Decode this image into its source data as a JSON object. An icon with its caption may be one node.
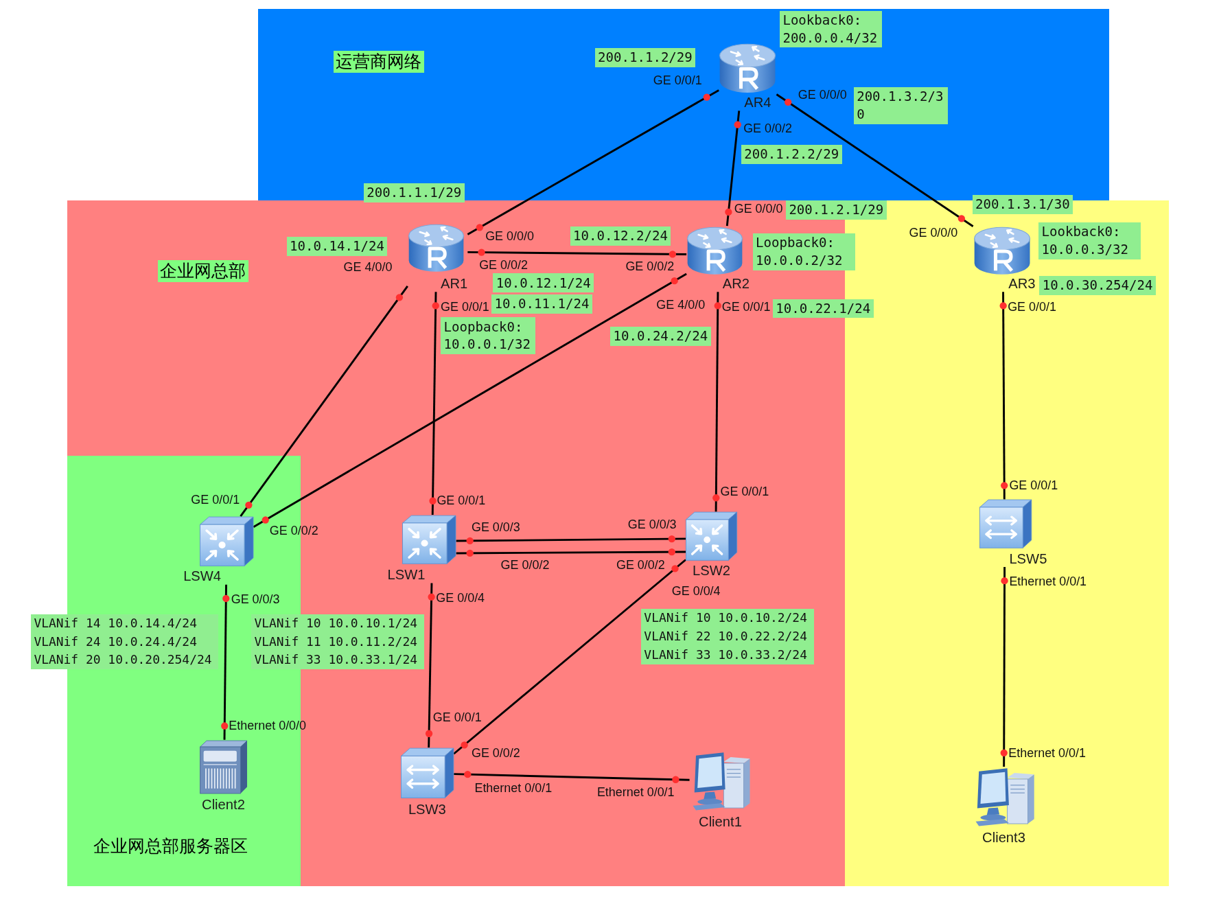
{
  "diagram": {
    "nodes": [
      {
        "text": [
          "运营商网络"
        ]
      },
      {
        "text": [
          "企业网总部"
        ]
      },
      {
        "text": [],
        "shape": "box"
      },
      {
        "text": [
          "企业网总部服务器区"
        ],
        "in": 1
      },
      {
        "text": [
          "AR4"
        ],
        "in": 0,
        "beside": [
          "Lookback0: 200.0.0.4/32"
        ]
      },
      {
        "text": [
          "AR1"
        ],
        "in": 1,
        "beside": [
          "Loopback0: 10.0.0.1/32"
        ]
      },
      {
        "text": [
          "AR2"
        ],
        "in": 1,
        "beside": [
          "Loopback0: 10.0.0.2/32"
        ]
      },
      {
        "text": [
          "AR3"
        ],
        "in": 2,
        "beside": [
          "Lookback0: 10.0.0.3/32"
        ]
      },
      {
        "text": [
          "LSW4"
        ],
        "in": 3,
        "beside": [
          "VLANif 14 10.0.14.4/24",
          "VLANif 24 10.0.24.4/24",
          "VLANif 20 10.0.20.254/24"
        ]
      },
      {
        "text": [
          "LSW1"
        ],
        "in": 1,
        "beside": [
          "VLANif 10 10.0.10.1/24",
          "VLANif 11 10.0.11.2/24",
          "VLANif 33 10.0.33.1/24"
        ]
      },
      {
        "text": [
          "LSW2"
        ],
        "in": 1,
        "beside": [
          "VLANif 10 10.0.10.2/24",
          "VLANif 22 10.0.22.2/24",
          "VLANif 33 10.0.33.2/24"
        ]
      },
      {
        "text": [
          "LSW5"
        ],
        "in": 2
      },
      {
        "text": [
          "Client2"
        ],
        "in": 3
      },
      {
        "text": [
          "LSW3"
        ],
        "in": 1
      },
      {
        "text": [
          "Client1"
        ],
        "in": 1
      },
      {
        "text": [
          "Client3"
        ],
        "in": 2
      }
    ],
    "edges": [
      {
        "from": 4,
        "to": 5,
        "arrow": "none"
      },
      {
        "from": 4,
        "to": 6,
        "arrow": "none"
      },
      {
        "from": 4,
        "to": 7,
        "arrow": "none"
      },
      {
        "from": 5,
        "to": 6,
        "arrow": "none"
      },
      {
        "from": 5,
        "to": 8,
        "arrow": "none"
      },
      {
        "from": 6,
        "to": 8,
        "arrow": "none"
      },
      {
        "from": 5,
        "to": 9,
        "arrow": "none"
      },
      {
        "from": 6,
        "to": 10,
        "arrow": "none"
      },
      {
        "from": 7,
        "to": 11,
        "arrow": "none"
      },
      {
        "from": 9,
        "to": 10,
        "arrow": "none"
      },
      {
        "from": 9,
        "to": 10,
        "arrow": "none"
      },
      {
        "from": 8,
        "to": 12,
        "arrow": "none"
      },
      {
        "from": 9,
        "to": 13,
        "arrow": "none"
      },
      {
        "from": 10,
        "to": 13,
        "arrow": "none"
      },
      {
        "from": 13,
        "to": 14,
        "arrow": "none"
      },
      {
        "from": 11,
        "to": 15,
        "arrow": "none"
      }
    ],
    "labels": [
      "200.1.1.2/29",
      "GE 0/0/1",
      "GE 0/0/0",
      "200.1.3.2/30",
      "GE 0/0/2",
      "200.1.2.2/29",
      "200.1.1.1/29",
      "200.1.3.1/30",
      "GE 0/0/0",
      "200.1.2.1/29",
      "GE 0/0/0",
      "GE 0/0/0",
      "10.0.12.2/24",
      "10.0.14.1/24",
      "GE 4/0/0",
      "GE 0/0/2",
      "GE 0/0/2",
      "10.0.12.1/24",
      "10.0.30.254/24",
      "GE 4/0/0",
      "GE 0/0/1",
      "10.0.11.1/24",
      "GE 0/0/1",
      "10.0.22.1/24",
      "10.0.24.2/24",
      "GE 0/0/1",
      "GE 0/0/1",
      "GE 0/0/1",
      "GE 0/0/1",
      "GE 0/0/1",
      "GE 0/0/3",
      "GE 0/0/3",
      "GE 0/0/2",
      "GE 0/0/2",
      "GE 0/0/2",
      "Ethernet 0/0/1",
      "GE 0/0/4",
      "GE 0/0/4",
      "GE 0/0/3",
      "GE 0/0/1",
      "Ethernet 0/0/0",
      "GE 0/0/2",
      "Ethernet 0/0/1",
      "Ethernet 0/0/1",
      "Ethernet 0/0/1"
    ]
  }
}
